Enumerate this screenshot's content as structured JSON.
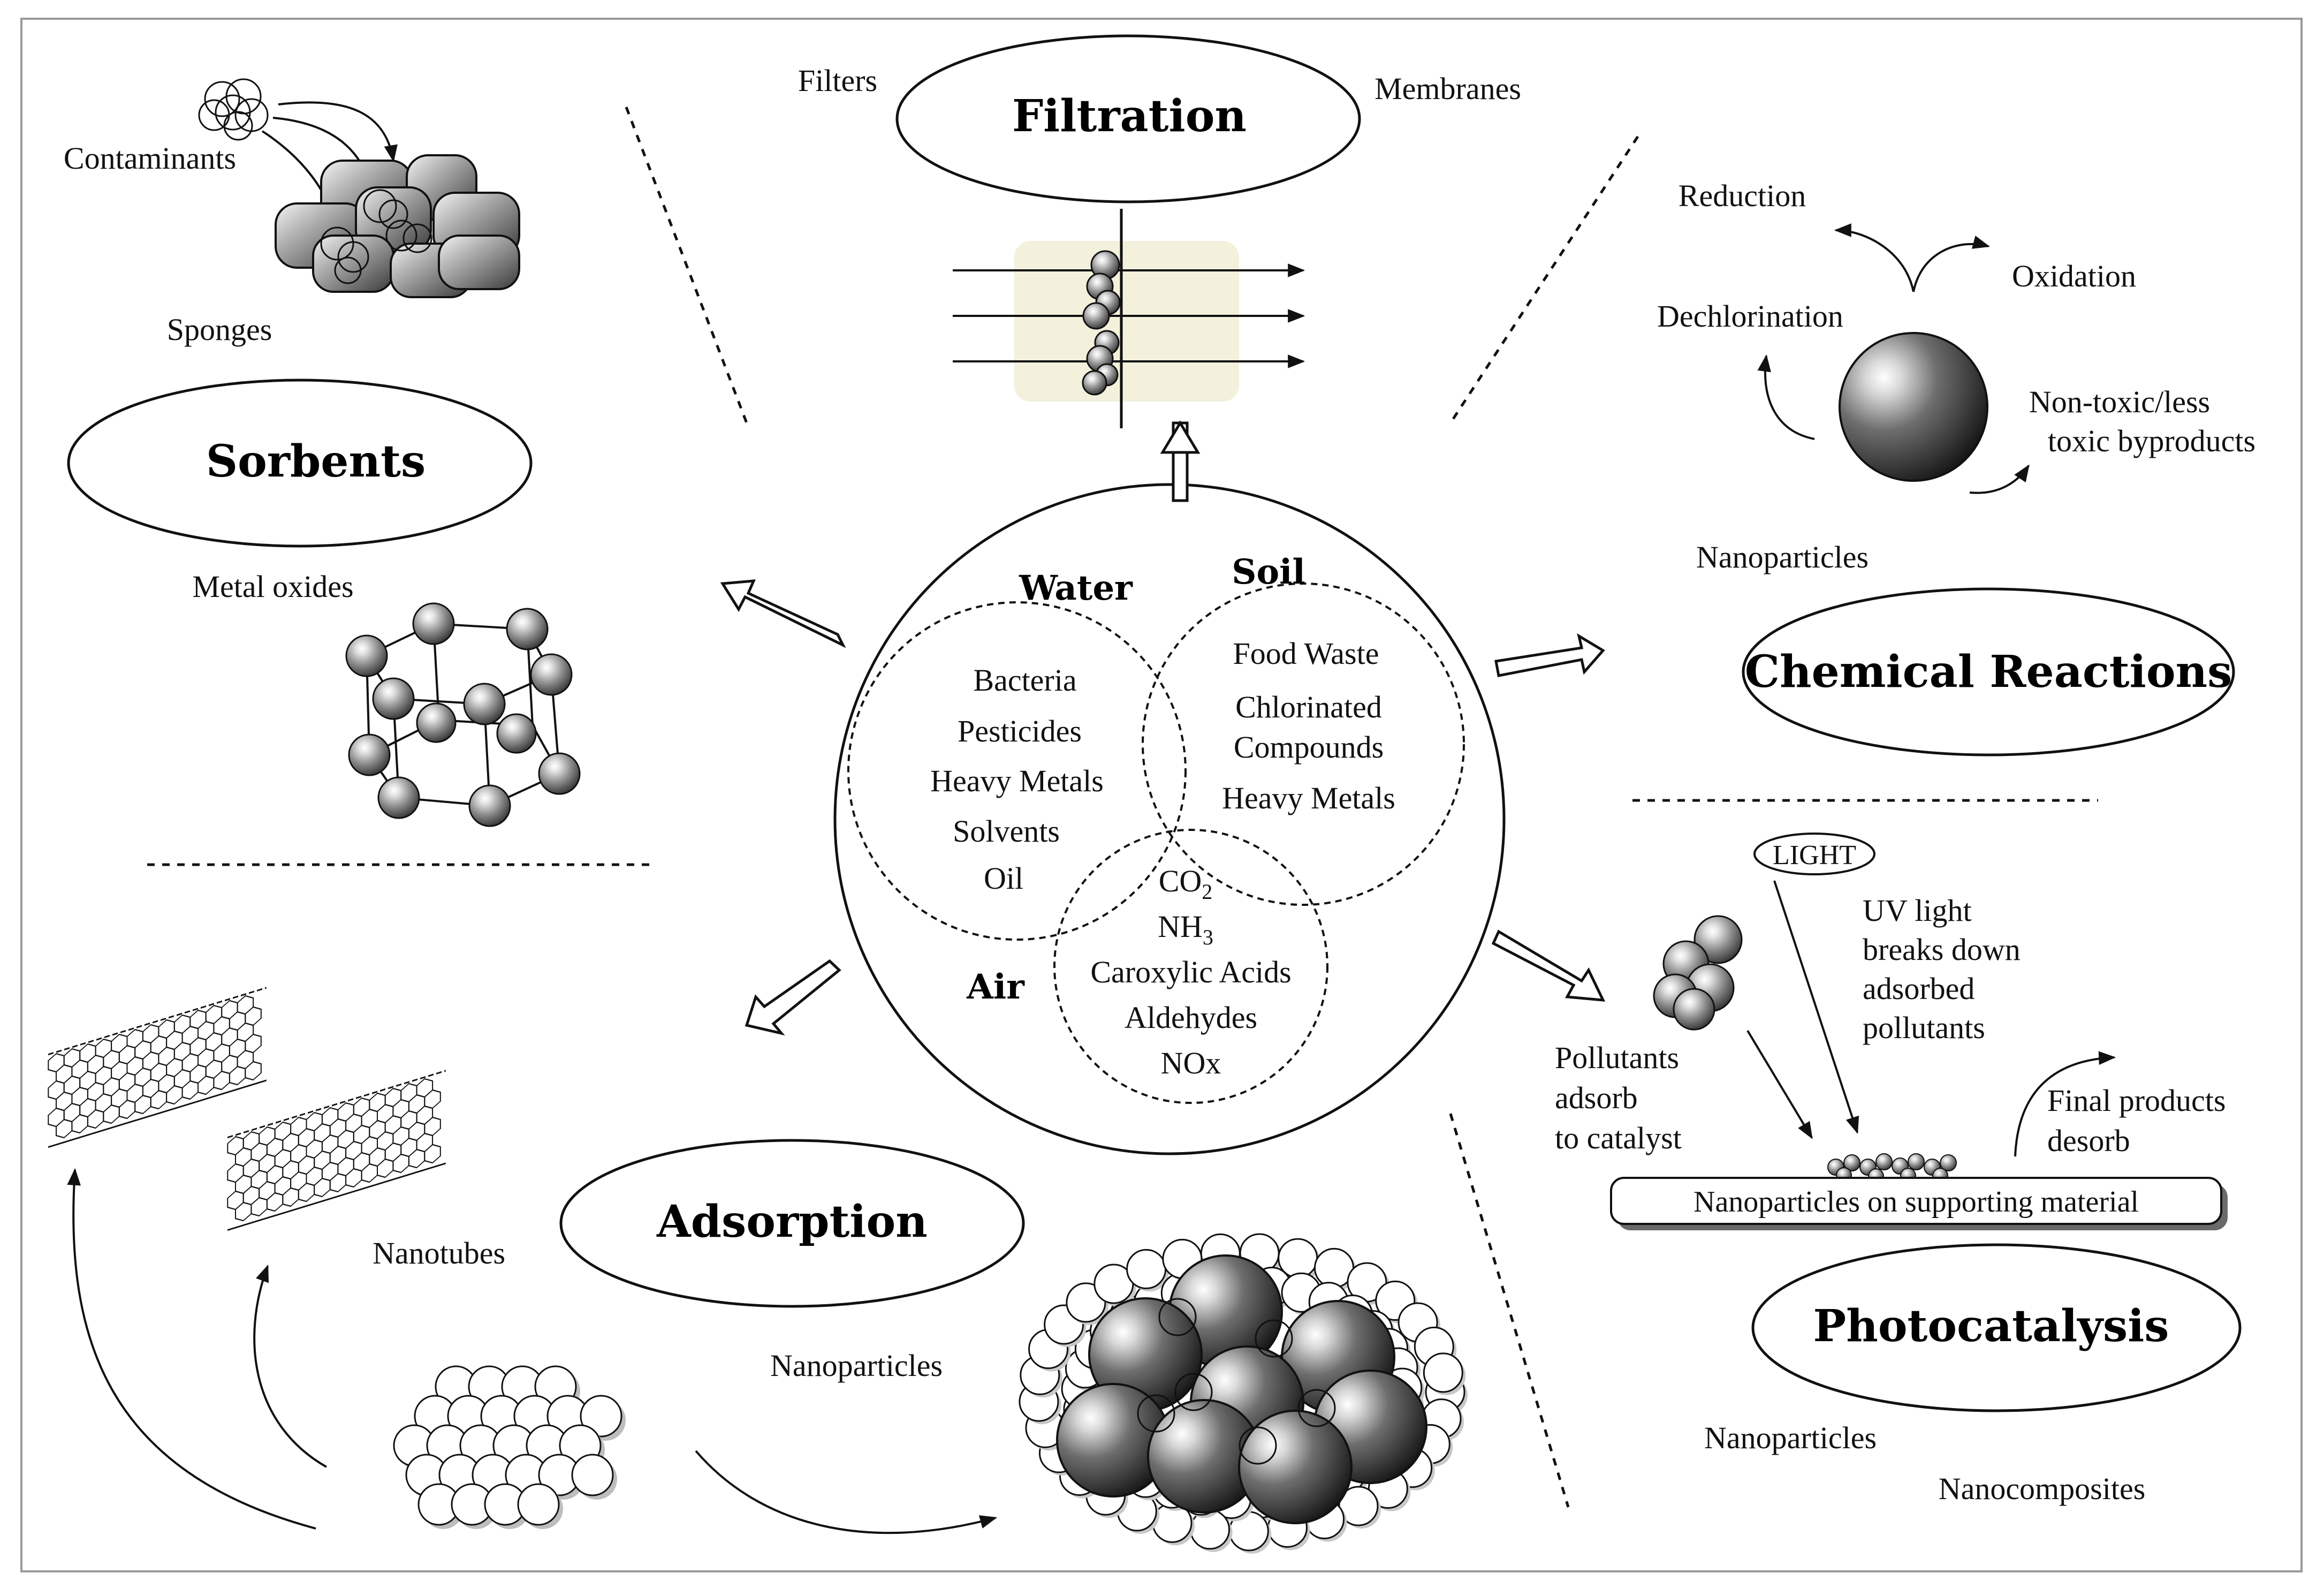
{
  "colors": {
    "ink": "#111111",
    "sphere_light": "#ffffff",
    "sphere_dark": "#2a2a2a",
    "accent_beige": "#f3f1dc"
  },
  "center": {
    "water_label": "Water",
    "soil_label": "Soil",
    "air_label": "Air",
    "water_items": [
      "Bacteria",
      "Pesticides",
      "Heavy Metals",
      "Solvents",
      "Oil"
    ],
    "soil_items": [
      "Food Waste",
      "Chlorinated",
      "Compounds",
      "Heavy Metals"
    ],
    "air_items": [
      "CO",
      "NH",
      "Caroxylic Acids",
      "Aldehydes",
      "NOx"
    ],
    "co2_sub": "2",
    "nh3_sub": "3"
  },
  "filtration": {
    "title": "Filtration",
    "filters_label": "Filters",
    "membranes_label": "Membranes"
  },
  "sorbents": {
    "title": "Sorbents",
    "contaminants_label": "Contaminants",
    "sponges_label": "Sponges",
    "metal_oxides_label": "Metal oxides"
  },
  "chemical": {
    "title": "Chemical Reactions",
    "reduction_label": "Reduction",
    "oxidation_label": "Oxidation",
    "dechlorination_label": "Dechlorination",
    "byproducts_line1": "Non-toxic/less",
    "byproducts_line2": "toxic byproducts",
    "nanoparticles_label": "Nanoparticles"
  },
  "adsorption": {
    "title": "Adsorption",
    "nanotubes_label": "Nanotubes",
    "nanoparticles_label": "Nanoparticles"
  },
  "photocatalysis": {
    "title": "Photocatalysis",
    "light_label": "LIGHT",
    "uv_lines": [
      "UV light",
      "breaks down",
      "adsorbed",
      "pollutants"
    ],
    "pollutants_lines": [
      "Pollutants",
      "adsorb",
      "to catalyst"
    ],
    "final_lines": [
      "Final products",
      "desorb"
    ],
    "support_label": "Nanoparticles on supporting material",
    "nanoparticles_label": "Nanoparticles",
    "nanocomposites_label": "Nanocomposites"
  }
}
